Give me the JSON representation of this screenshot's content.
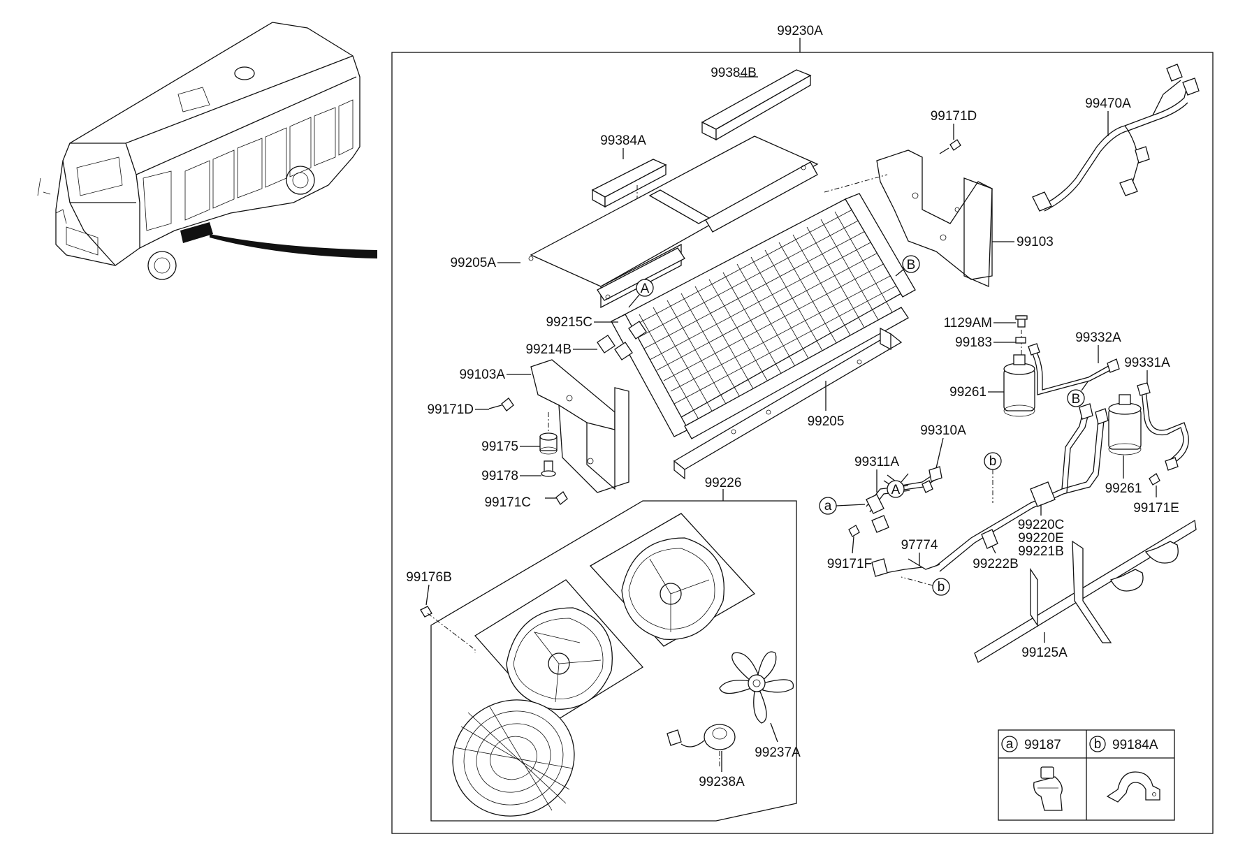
{
  "assembly_label": "99230A",
  "parts": {
    "p99384B": "99384B",
    "p99384A": "99384A",
    "p99171D_top": "99171D",
    "p99470A": "99470A",
    "p99205A": "99205A",
    "p99103": "99103",
    "p99215C": "99215C",
    "p99214B": "99214B",
    "p99103A": "99103A",
    "p99171D_left": "99171D",
    "p99175": "99175",
    "p99178": "99178",
    "p99171C": "99171C",
    "p1129AM": "1129AM",
    "p99183": "99183",
    "p99332A": "99332A",
    "p99261_a": "99261",
    "p99331A": "99331A",
    "p99205": "99205",
    "p99310A": "99310A",
    "p99311A": "99311A",
    "p99261_b": "99261",
    "p99171E": "99171E",
    "p99226": "99226",
    "p99171F": "99171F",
    "p97774": "97774",
    "p99222B": "99222B",
    "p99220C": "99220C",
    "p99220E": "99220E",
    "p99221B": "99221B",
    "p99176B": "99176B",
    "p99125A": "99125A",
    "p99237A": "99237A",
    "p99238A": "99238A"
  },
  "callouts": {
    "A_top": "A",
    "B_top": "B",
    "B_mid": "B",
    "A_mid": "A",
    "a_left": "a",
    "b_top": "b",
    "b_bottom": "b"
  },
  "legend": {
    "a_letter": "a",
    "a_part": "99187",
    "b_letter": "b",
    "b_part": "99184A"
  }
}
